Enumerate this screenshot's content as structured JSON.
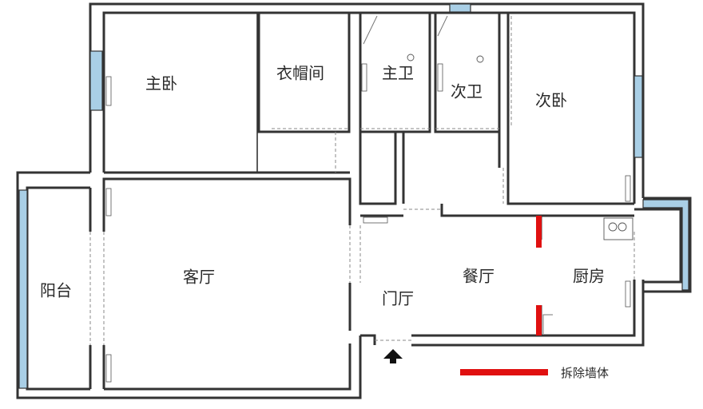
{
  "rooms": {
    "master_bedroom": "主卧",
    "cloakroom": "衣帽间",
    "master_bath": "主卫",
    "second_bath": "次卫",
    "second_bedroom": "次卧",
    "balcony": "阳台",
    "living_room": "客厅",
    "foyer": "门厅",
    "dining_room": "餐厅",
    "kitchen": "厨房"
  },
  "legend": {
    "demolish_wall_label": "拆除墙体",
    "demolish_color": "#e01010"
  },
  "colors": {
    "wall": "#333333",
    "window": "#a9cfe6"
  }
}
